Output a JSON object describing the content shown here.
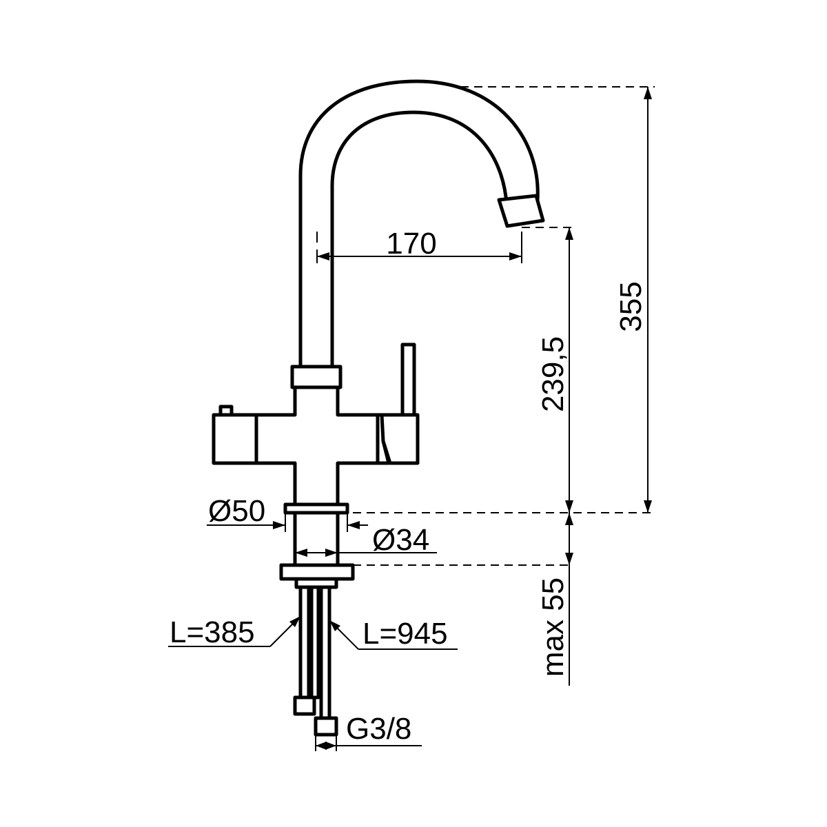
{
  "product": {
    "dimensions": {
      "spout_reach": "170",
      "total_height": "355",
      "spout_outlet_height": "239,5",
      "base_diameter": "Ø50",
      "shank_diameter": "Ø34",
      "max_worktop_thickness": "max 55",
      "hose_length_short": "L=385",
      "hose_length_long": "L=945",
      "connection_thread": "G3/8"
    }
  }
}
